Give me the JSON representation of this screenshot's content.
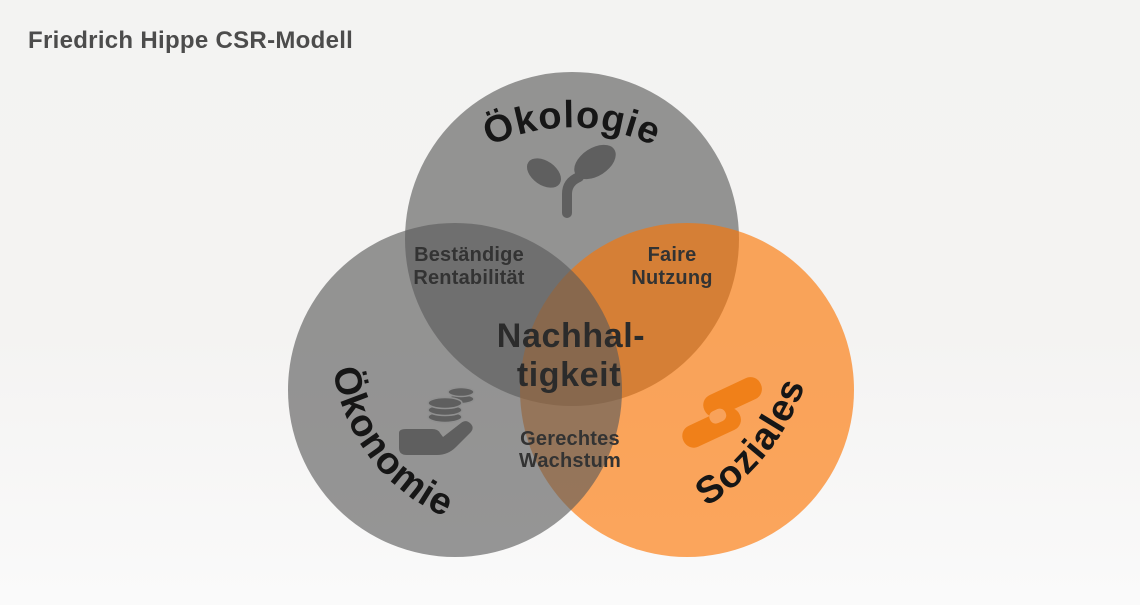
{
  "title": "Friedrich Hippe CSR-Modell",
  "venn": {
    "oekologie": {
      "label": "Ökologie",
      "icon": "sprout-icon"
    },
    "oekonomie": {
      "label": "Ökonomie",
      "icon": "coins-hand-icon"
    },
    "soziales": {
      "label": "Soziales",
      "icon": "handshake-icon"
    }
  },
  "overlaps": {
    "oekologie_oekonomie": {
      "line1": "Beständige",
      "line2": "Rentabilität"
    },
    "oekologie_soziales": {
      "line1": "Faire",
      "line2": "Nutzung"
    },
    "oekonomie_soziales": {
      "line1": "Gerechtes",
      "line2": "Wachstum"
    },
    "center": {
      "line1": "Nachhal-",
      "line2": "tigkeit"
    }
  },
  "colors": {
    "background_top": "#f3f3f2",
    "background_bottom": "#fafafa",
    "circle_gray": "#5a5a5a",
    "circle_orange": "#fc7400",
    "circle_opacity": "0.63",
    "icon_gray": "#5f5f5f",
    "icon_orange": "#f08019",
    "icon_orange_notch": "#f8a25a",
    "coin_gap": "#909090",
    "label_dark": "#161616",
    "small_label": "#333333",
    "center_label": "#2b2b2b",
    "title_color": "#4c4c4c"
  }
}
